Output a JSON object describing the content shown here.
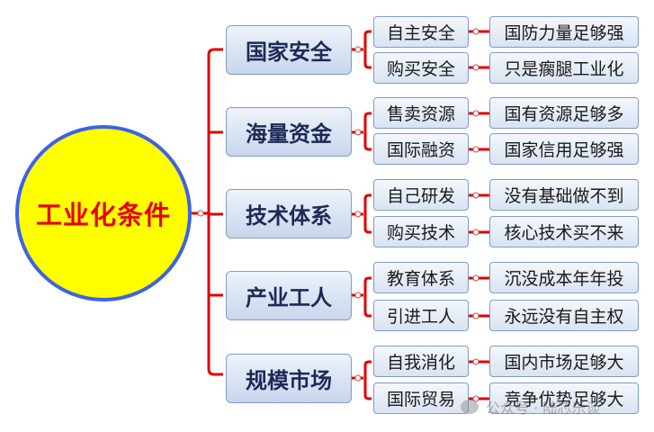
{
  "root": {
    "label": "工业化条件"
  },
  "categories": [
    {
      "label": "国家安全",
      "options": [
        {
          "label": "自主安全",
          "result": "国防力量足够强"
        },
        {
          "label": "购买安全",
          "result": "只是瘸腿工业化"
        }
      ]
    },
    {
      "label": "海量资金",
      "options": [
        {
          "label": "售卖资源",
          "result": "国有资源足够多"
        },
        {
          "label": "国际融资",
          "result": "国家信用足够强"
        }
      ]
    },
    {
      "label": "技术体系",
      "options": [
        {
          "label": "自己研发",
          "result": "没有基础做不到"
        },
        {
          "label": "购买技术",
          "result": "核心技术买不来"
        }
      ]
    },
    {
      "label": "产业工人",
      "options": [
        {
          "label": "教育体系",
          "result": "沉没成本年年投"
        },
        {
          "label": "引进工人",
          "result": "永远没有自主权"
        }
      ]
    },
    {
      "label": "规模市场",
      "options": [
        {
          "label": "自我消化",
          "result": "国内市场足够大"
        },
        {
          "label": "国际贸易",
          "result": "竞争优势足够大"
        }
      ]
    }
  ],
  "watermark": {
    "text": "公众号 · 陆芯乐谈"
  },
  "colors": {
    "connector": "#e00000",
    "root_fill": "#ffff00",
    "root_border": "#3d62e6",
    "root_text": "#e60000"
  }
}
